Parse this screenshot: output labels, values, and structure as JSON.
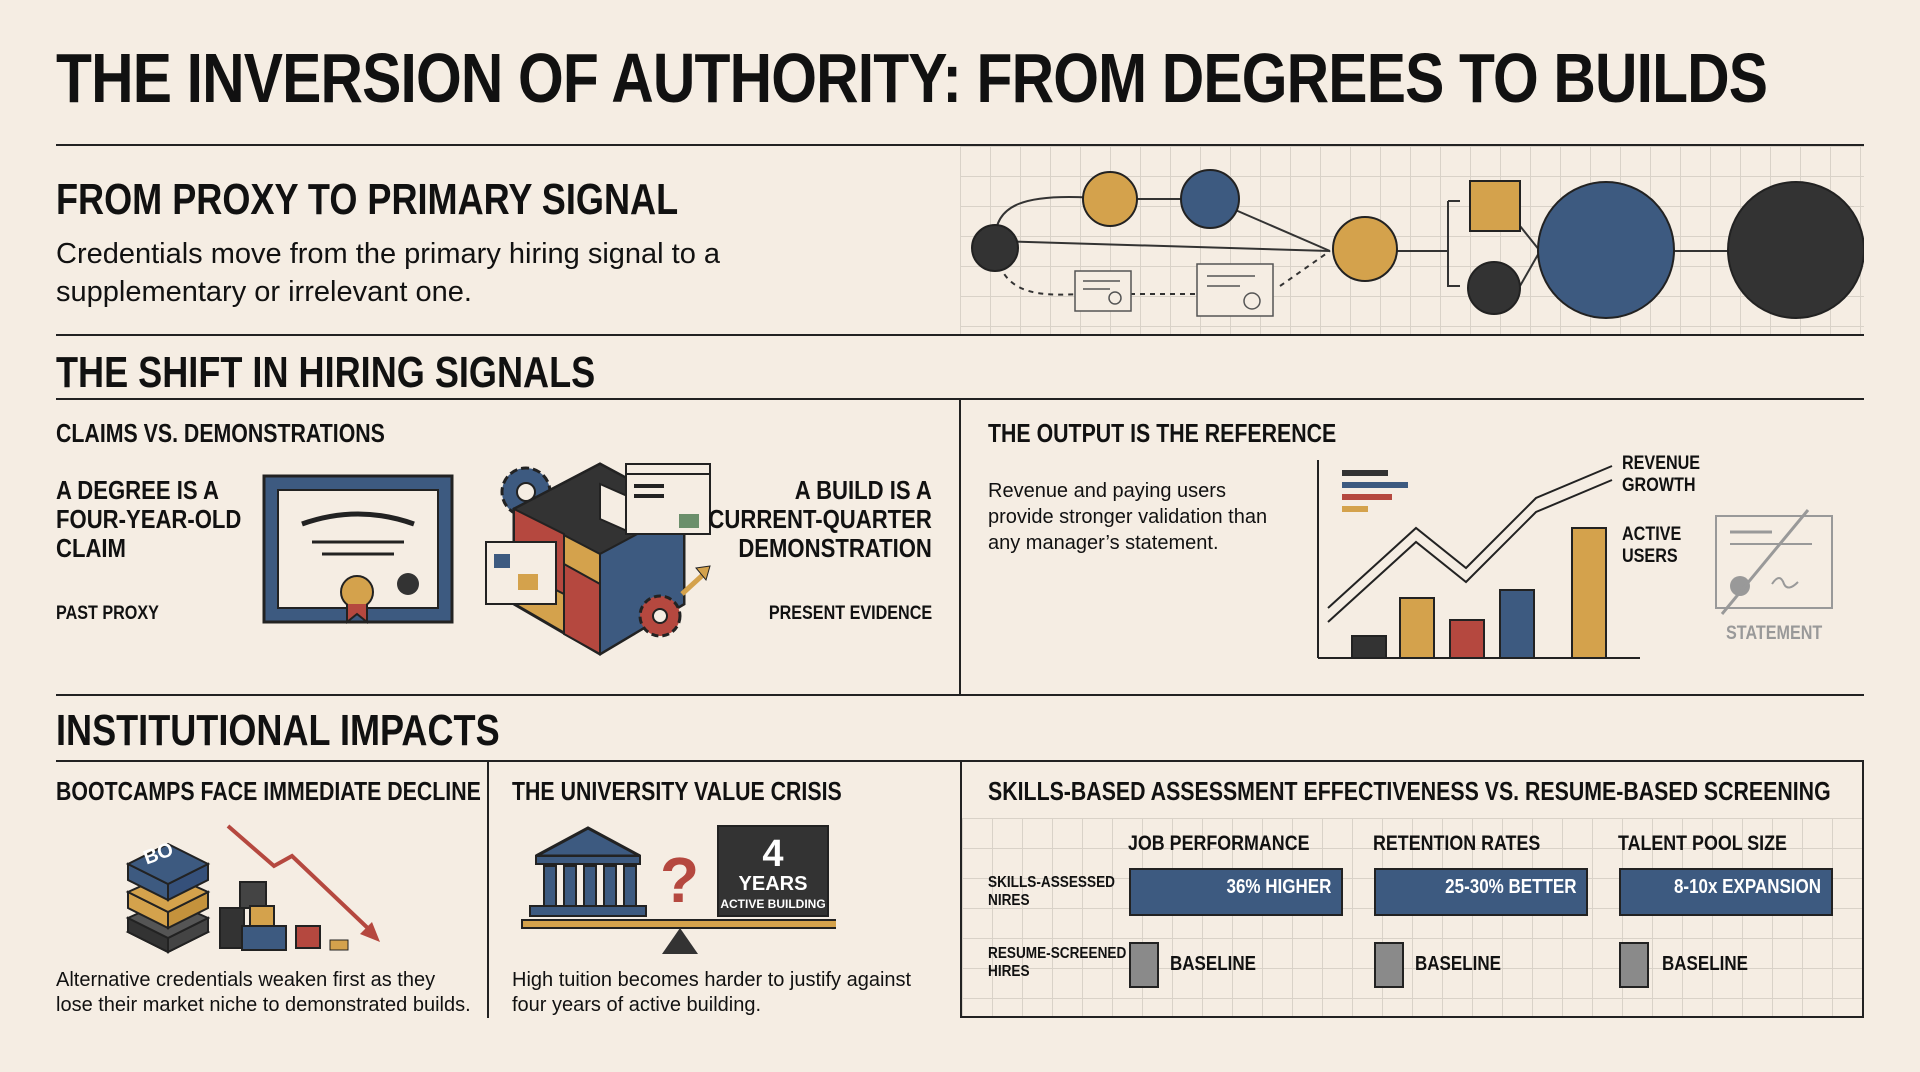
{
  "title": "THE INVERSION OF AUTHORITY: FROM DEGREES TO BUILDS",
  "proxy": {
    "heading": "FROM PROXY TO PRIMARY SIGNAL",
    "text": "Credentials move from the primary hiring signal to a supplementary or irrelevant one."
  },
  "shift": {
    "heading": "THE SHIFT IN HIRING SIGNALS",
    "claims": {
      "heading": "CLAIMS VS. DEMONSTRATIONS",
      "degree_claim": "A DEGREE IS A\nFOUR-YEAR-OLD\nCLAIM",
      "past_label": "PAST PROXY",
      "build_claim": "A BUILD IS A\nCURRENT-QUARTER\nDEMONSTRATION",
      "present_label": "PRESENT EVIDENCE"
    },
    "output": {
      "heading": "THE OUTPUT IS THE REFERENCE",
      "text": "Revenue and paying users provide stronger validation than any manager’s statement.",
      "revenue_label": "REVENUE\nGROWTH",
      "users_label": "ACTIVE\nUSERS",
      "statement_label": "STATEMENT"
    }
  },
  "impacts": {
    "heading": "INSTITUTIONAL IMPACTS",
    "bootcamps": {
      "heading": "BOOTCAMPS FACE IMMEDIATE DECLINE",
      "icon_text": "BO",
      "text": "Alternative credentials weaken first as they lose their market niche to demonstrated builds."
    },
    "university": {
      "heading": "THE UNIVERSITY VALUE CRISIS",
      "years_number": "4",
      "years_word": "YEARS",
      "years_caption": "ACTIVE BUILDING",
      "question": "?",
      "text": "High tuition becomes harder to justify against four years of active building."
    },
    "assessment": {
      "heading": "SKILLS-BASED ASSESSMENT EFFECTIVENESS VS. RESUME-BASED SCREENING",
      "row_skills": "SKILLS-ASSESSED\nNIRES",
      "row_resume": "RESUME-SCREENED\nHIRES",
      "columns": [
        {
          "label": "JOB PERFORMANCE",
          "value": "36% HIGHER",
          "baseline": "BASELINE"
        },
        {
          "label": "RETENTION RATES",
          "value": "25-30% BETTER",
          "baseline": "BASELINE"
        },
        {
          "label": "TALENT POOL SIZE",
          "value": "8-10x EXPANSION",
          "baseline": "BASELINE"
        }
      ]
    }
  },
  "colors": {
    "background": "#f5ede3",
    "navy": "#3d5a80",
    "mustard": "#d4a24c",
    "brick": "#b5483f",
    "charcoal": "#333333",
    "gray": "#8a8a8a"
  }
}
